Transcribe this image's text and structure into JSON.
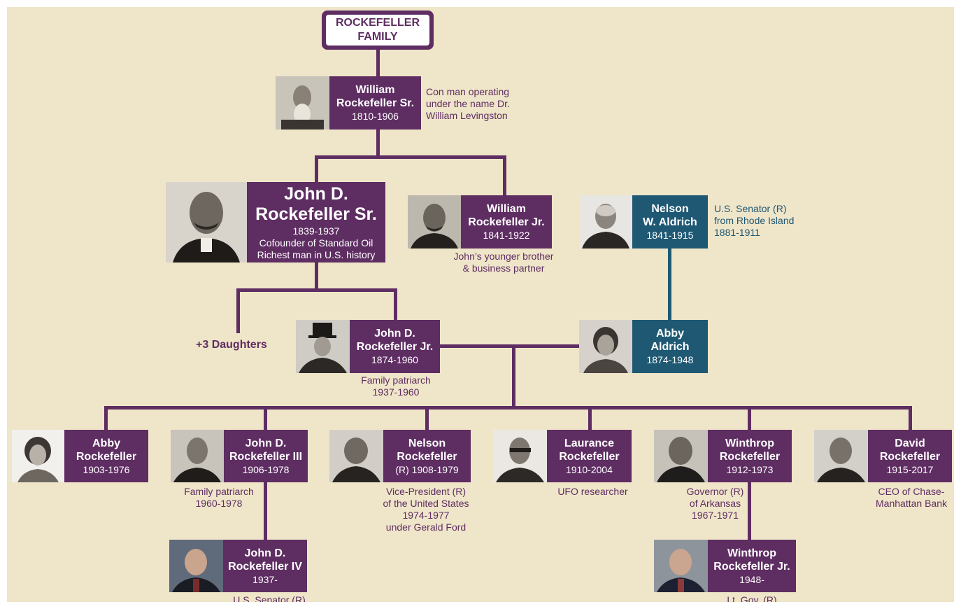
{
  "title": "ROCKEFELLER\nFAMILY",
  "colors": {
    "purple": "#5e2d62",
    "blue": "#1f5873",
    "background": "#efe5c9"
  },
  "people": {
    "william_sr": {
      "name": "William\nRockefeller Sr.",
      "years": "1810-1906",
      "note": "Con man operating\nunder the name Dr.\nWilliam Levingston",
      "photo": "portrait-photo"
    },
    "jdr_sr": {
      "name": "John D.\nRockefeller Sr.",
      "years": "1839-1937",
      "desc": "Cofounder of Standard Oil\nRichest man in U.S. history",
      "photo": "portrait-photo"
    },
    "william_jr": {
      "name": "William\nRockefeller Jr.",
      "years": "1841-1922",
      "note": "John’s younger brother\n& business partner",
      "photo": "portrait-photo"
    },
    "nelson_aldrich": {
      "name": "Nelson\nW. Aldrich",
      "years": "1841-1915",
      "note": "U.S. Senator (R)\nfrom Rhode Island\n1881-1911",
      "photo": "portrait-photo"
    },
    "jdr_jr": {
      "name": "John D.\nRockefeller Jr.",
      "years": "1874-1960",
      "note": "Family patriarch\n1937-1960",
      "photo": "portrait-photo"
    },
    "abby_aldrich": {
      "name": "Abby\nAldrich",
      "years": "1874-1948",
      "photo": "portrait-photo"
    },
    "abby_r": {
      "name": "Abby\nRockefeller",
      "years": "1903-1976",
      "photo": "portrait-photo"
    },
    "jdr_iii": {
      "name": "John D.\nRockefeller III",
      "years": "1906-1978",
      "note": "Family patriarch\n1960-1978",
      "photo": "portrait-photo"
    },
    "nelson_r": {
      "name": "Nelson\nRockefeller",
      "years": "(R) 1908-1979",
      "note": "Vice-President (R)\nof the United States\n1974-1977\nunder Gerald Ford",
      "photo": "portrait-photo"
    },
    "laurance": {
      "name": "Laurance\nRockefeller",
      "years": "1910-2004",
      "note": "UFO researcher",
      "photo": "portrait-photo"
    },
    "winthrop": {
      "name": "Winthrop\nRockefeller",
      "years": "1912-1973",
      "note": "Governor (R)\nof Arkansas\n1967-1971",
      "photo": "portrait-photo"
    },
    "david": {
      "name": "David\nRockefeller",
      "years": "1915-2017",
      "note": "CEO of Chase-\nManhattan Bank",
      "photo": "portrait-photo"
    },
    "jdr_iv": {
      "name": "John D.\nRockefeller IV",
      "years": "1937-",
      "note": "U.S. Senator (R)",
      "photo": "portrait-photo"
    },
    "winthrop_jr": {
      "name": "Winthrop\nRockefeller Jr.",
      "years": "1948-",
      "note": "Lt. Gov. (R)",
      "photo": "portrait-photo"
    }
  },
  "daughters": "+3 Daughters"
}
